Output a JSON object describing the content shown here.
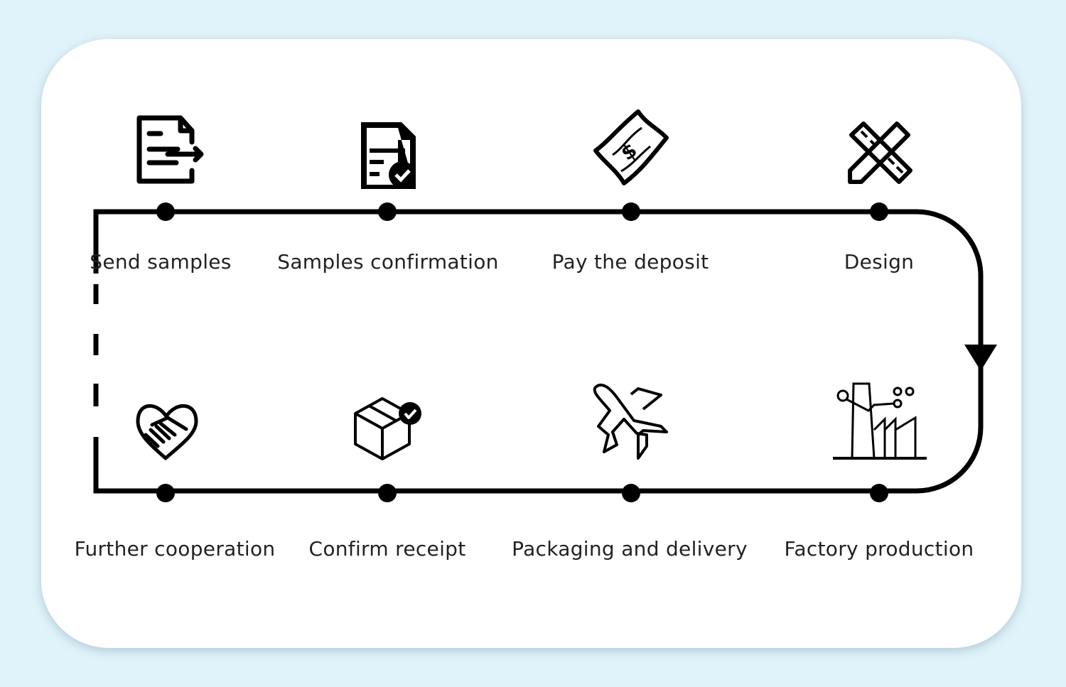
{
  "steps_top": [
    {
      "label": "Send samples",
      "icon": "document-send-icon"
    },
    {
      "label": "Samples confirmation",
      "icon": "document-check-icon"
    },
    {
      "label": "Pay the deposit",
      "icon": "money-bill-icon"
    },
    {
      "label": "Design",
      "icon": "pencil-ruler-icon"
    }
  ],
  "steps_bottom": [
    {
      "label": "Further cooperation",
      "icon": "handshake-heart-icon"
    },
    {
      "label": "Confirm receipt",
      "icon": "box-check-icon"
    },
    {
      "label": "Packaging and delivery",
      "icon": "airplane-icon"
    },
    {
      "label": "Factory production",
      "icon": "factory-icon"
    }
  ],
  "colors": {
    "background": "#e0f3fa",
    "card": "#ffffff",
    "line": "#000000",
    "text": "#222222"
  }
}
